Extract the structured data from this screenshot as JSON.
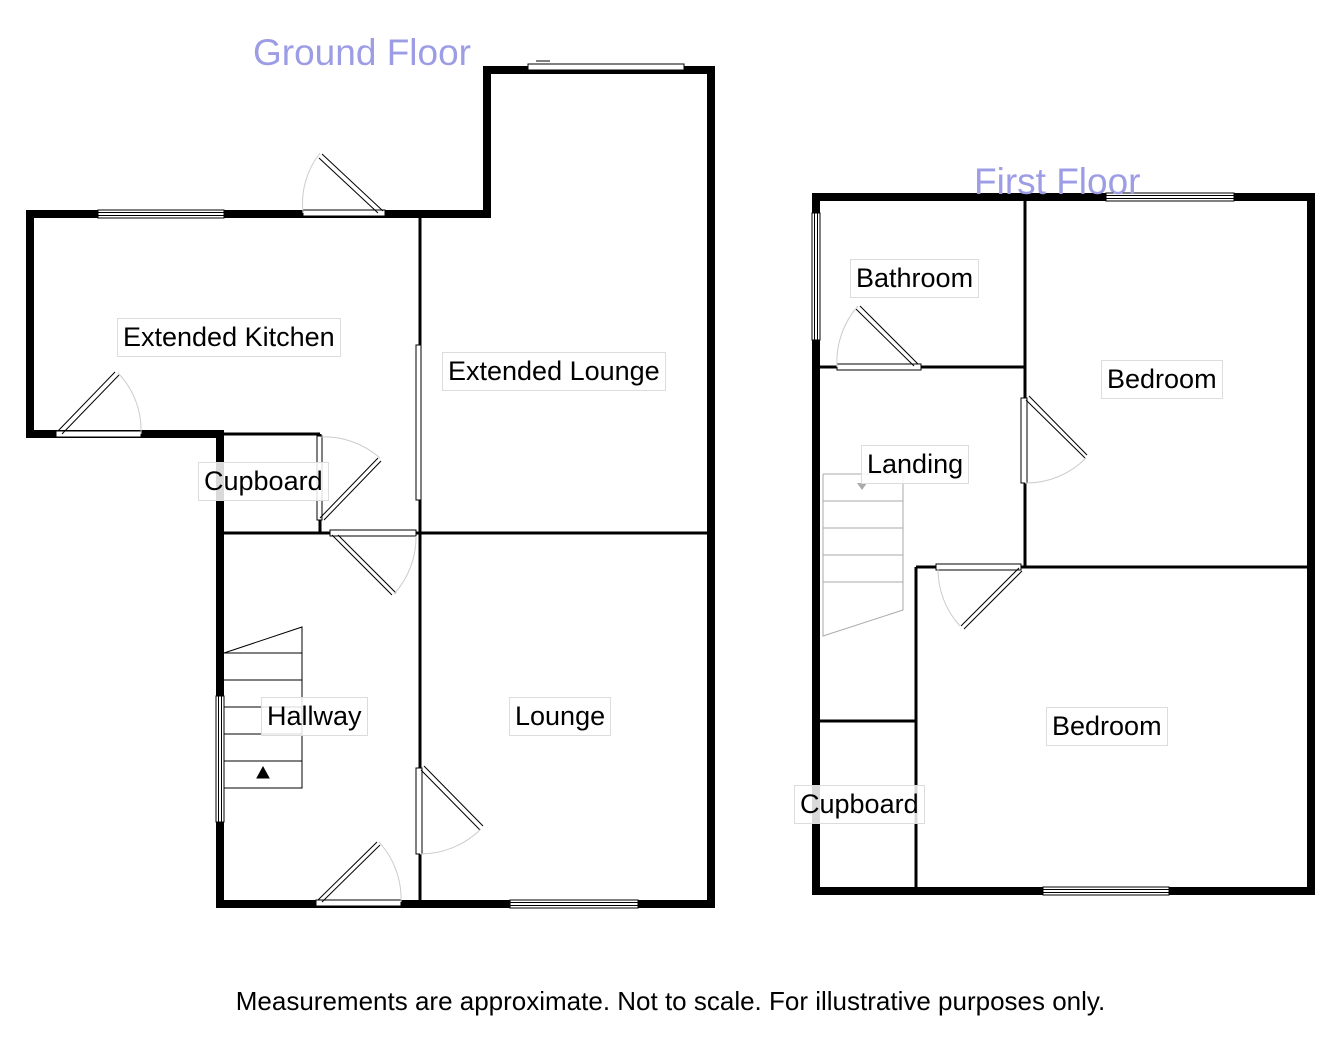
{
  "floors": {
    "ground": {
      "title": "Ground Floor",
      "rooms": {
        "extended_kitchen": "Extended Kitchen",
        "extended_lounge": "Extended Lounge",
        "cupboard": "Cupboard",
        "hallway": "Hallway",
        "lounge": "Lounge"
      }
    },
    "first": {
      "title": "First Floor",
      "rooms": {
        "bathroom": "Bathroom",
        "bedroom_rear": "Bedroom",
        "landing": "Landing",
        "bedroom_front": "Bedroom",
        "cupboard": "Cupboard"
      }
    }
  },
  "disclaimer": "Measurements are approximate. Not to scale. For illustrative purposes only.",
  "colors": {
    "title": "#9d9de6",
    "wall": "#000000",
    "label_border": "#dcdcdc"
  }
}
